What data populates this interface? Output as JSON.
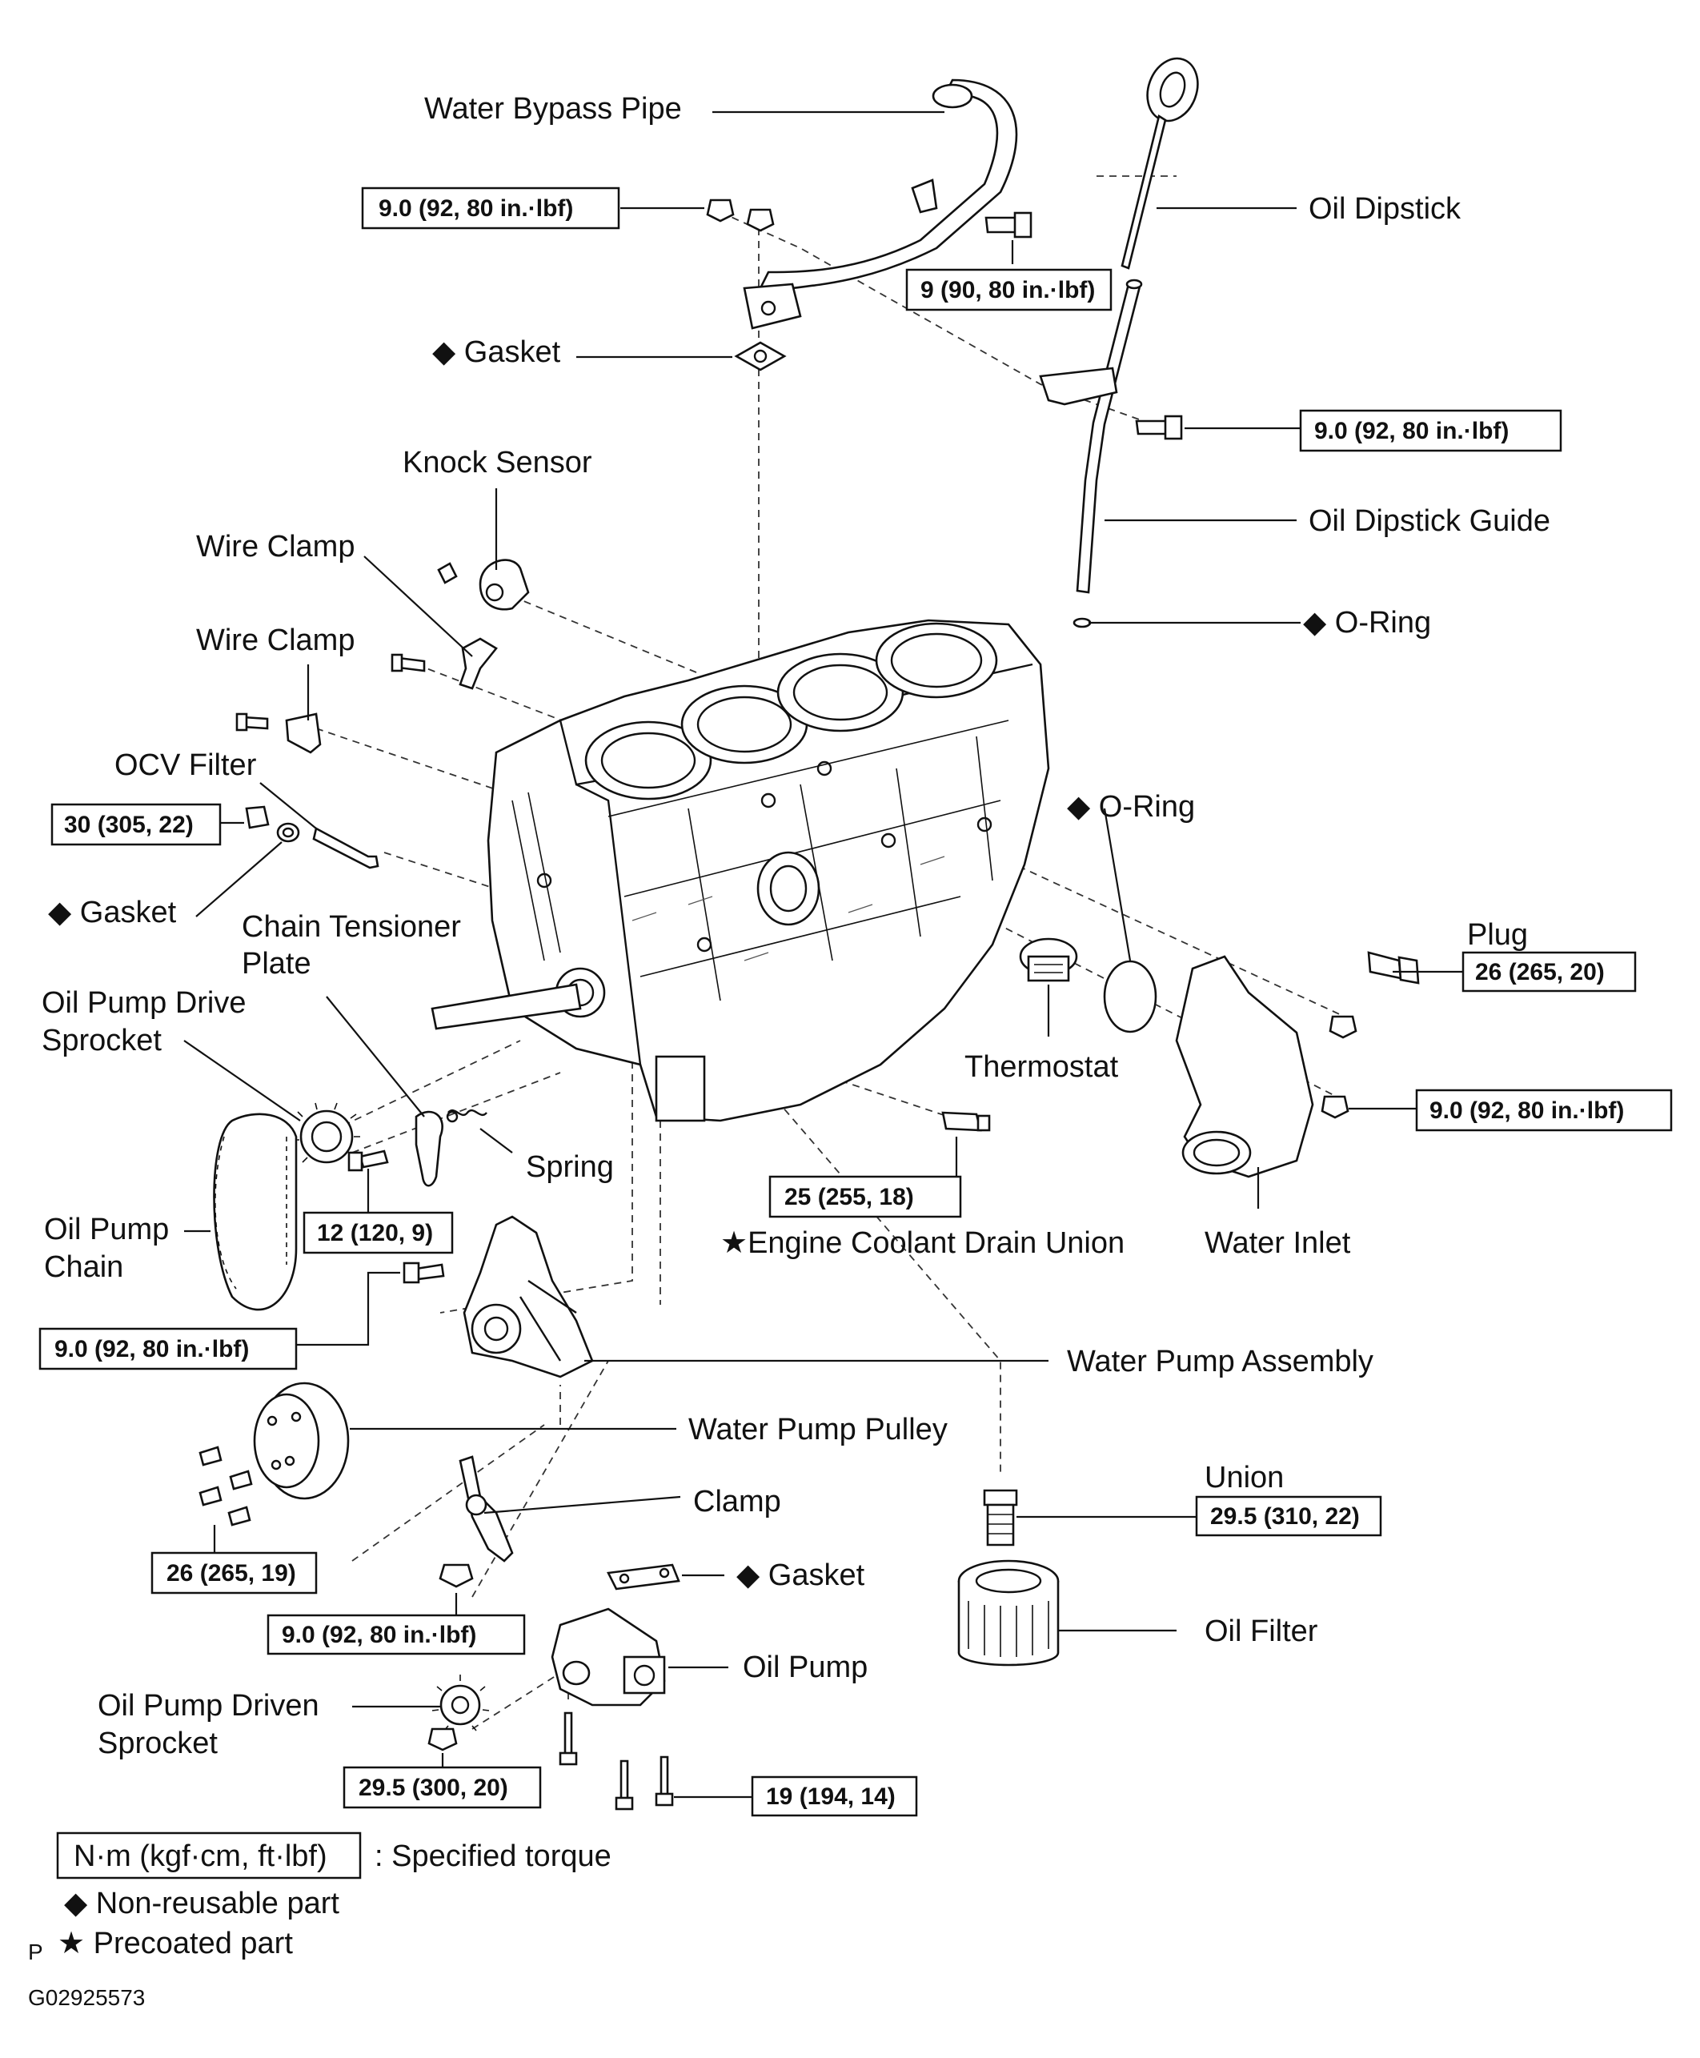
{
  "labels": {
    "water_bypass_pipe": "Water Bypass Pipe",
    "oil_dipstick": "Oil Dipstick",
    "gasket_top": "◆ Gasket",
    "knock_sensor": "Knock Sensor",
    "oil_dipstick_guide": "Oil Dipstick Guide",
    "wire_clamp_1": "Wire Clamp",
    "o_ring_1": "◆ O-Ring",
    "wire_clamp_2": "Wire Clamp",
    "ocv_filter": "OCV Filter",
    "o_ring_2": "◆ O-Ring",
    "gasket_ocv": "◆ Gasket",
    "chain_tensioner_plate_1": "Chain Tensioner",
    "chain_tensioner_plate_2": "Plate",
    "plug": "Plug",
    "oil_pump_drive_sprocket_1": "Oil Pump Drive",
    "oil_pump_drive_sprocket_2": "Sprocket",
    "thermostat": "Thermostat",
    "spring": "Spring",
    "oil_pump_chain_1": "Oil Pump",
    "oil_pump_chain_2": "Chain",
    "engine_coolant_drain_union": "★Engine Coolant Drain Union",
    "water_inlet": "Water Inlet",
    "water_pump_assembly": "Water Pump Assembly",
    "water_pump_pulley": "Water Pump Pulley",
    "union": "Union",
    "clamp": "Clamp",
    "gasket_pump": "◆ Gasket",
    "oil_filter": "Oil Filter",
    "oil_pump": "Oil Pump",
    "oil_pump_driven_sprocket_1": "Oil  Pump  Driven",
    "oil_pump_driven_sprocket_2": "Sprocket"
  },
  "torques": {
    "bypass_nut": "9.0 (92, 80 in.·lbf)",
    "bypass_bolt": "9 (90, 80 in.·lbf)",
    "dipstick_guide_bolt": "9.0 (92, 80 in.·lbf)",
    "ocv_filter": "30 (305, 22)",
    "plug": "26 (265, 20)",
    "water_inlet_nut": "9.0 (92, 80 in.·lbf)",
    "drain_union": "25 (255, 18)",
    "tensioner_bolt": "12 (120, 9)",
    "water_pump_bolt": "9.0 (92, 80 in.·lbf)",
    "union": "29.5 (310, 22)",
    "pulley_bolt": "26 (265, 19)",
    "clamp_nut": "9.0 (92, 80 in.·lbf)",
    "oil_pump_bolt": "19 (194, 14)",
    "driven_sprocket_nut": "29.5 (300, 20)"
  },
  "legend": {
    "torque_box": "N·m (kgf·cm, ft·lbf)",
    "torque_desc": ": Specified torque",
    "non_reusable": "◆ Non-reusable  part",
    "precoated": "★ Precoated part",
    "p_mark": "P"
  },
  "figure_id": "G02925573"
}
